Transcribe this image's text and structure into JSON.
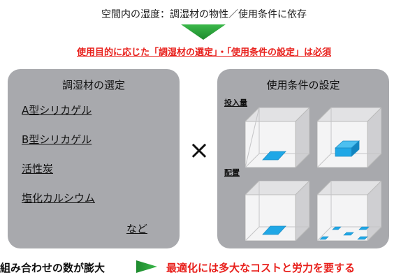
{
  "header": {
    "title": "空間内の湿度：調湿材の物性／使用条件に依存",
    "requirement": "使用目的に応じた「調湿材の選定」・「使用条件の設定」は必須"
  },
  "left_panel": {
    "title": "調湿材の選定",
    "items": [
      "A型シリカゲル",
      "B型シリカゲル",
      "活性炭",
      "塩化カルシウム"
    ],
    "etc": "など"
  },
  "operator": "×",
  "right_panel": {
    "title": "使用条件の設定",
    "labels": [
      "投入量",
      "配置"
    ]
  },
  "footer": {
    "left": "組み合わせの数が膨大",
    "right": "最適化には多大なコストと労力を要する"
  },
  "colors": {
    "accent_red": "#e8201c",
    "arrow_green": "#2e9e2e",
    "panel_gray": "#a8a9ad",
    "material_blue": "#1fa7e6"
  },
  "icons": {
    "down_arrow": "down-triangle-icon",
    "right_arrow": "right-arrow-icon"
  }
}
